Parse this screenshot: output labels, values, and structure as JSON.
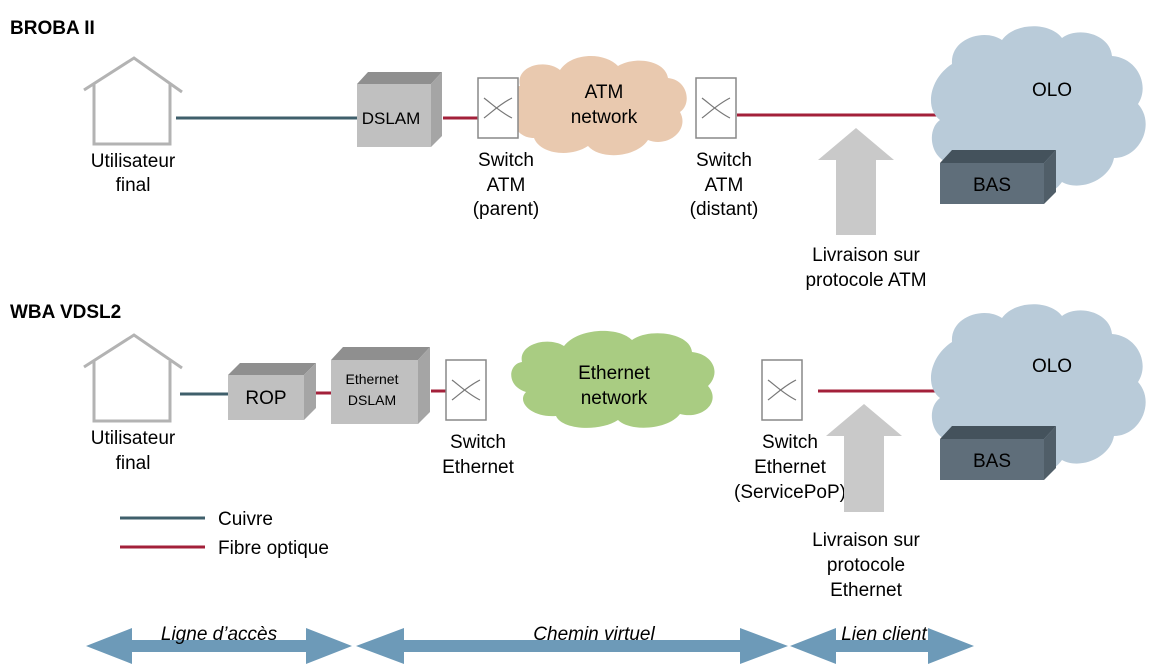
{
  "broba": {
    "title": "BROBA II",
    "user_label": [
      "Utilisateur",
      "final"
    ],
    "dslam": "DSLAM",
    "cloud_label": [
      "ATM",
      "network"
    ],
    "switch_parent": [
      "Switch",
      "ATM",
      "(parent)"
    ],
    "switch_distant": [
      "Switch",
      "ATM",
      "(distant)"
    ],
    "olo": "OLO",
    "bas": "BAS",
    "delivery": [
      "Livraison sur",
      "protocole ATM"
    ]
  },
  "wba": {
    "title": "WBA VDSL2",
    "user_label": [
      "Utilisateur",
      "final"
    ],
    "rop": "ROP",
    "dslam": [
      "Ethernet",
      "DSLAM"
    ],
    "cloud_label": [
      "Ethernet",
      "network"
    ],
    "switch_ethernet": [
      "Switch",
      "Ethernet"
    ],
    "switch_service": [
      "Switch",
      "Ethernet",
      "(ServicePoP)"
    ],
    "olo": "OLO",
    "bas": "BAS",
    "delivery": [
      "Livraison sur",
      "protocole",
      "Ethernet"
    ]
  },
  "legend": {
    "copper": "Cuivre",
    "fiber": "Fibre optique"
  },
  "segments": {
    "access": "Ligne d’accès",
    "virtual": "Chemin virtuel",
    "client": "Lien client"
  },
  "colors": {
    "copper": "#3f5f6b",
    "fiber": "#a3203a",
    "atm_cloud": "#e9c9af",
    "eth_cloud": "#a9cc82",
    "olo_cloud": "#b9cbd9",
    "bas": "#5f6e7a",
    "box": "#c0c0c0",
    "arrow_gray": "#c9c9c9",
    "arrow_blue": "#6d9ab8"
  }
}
